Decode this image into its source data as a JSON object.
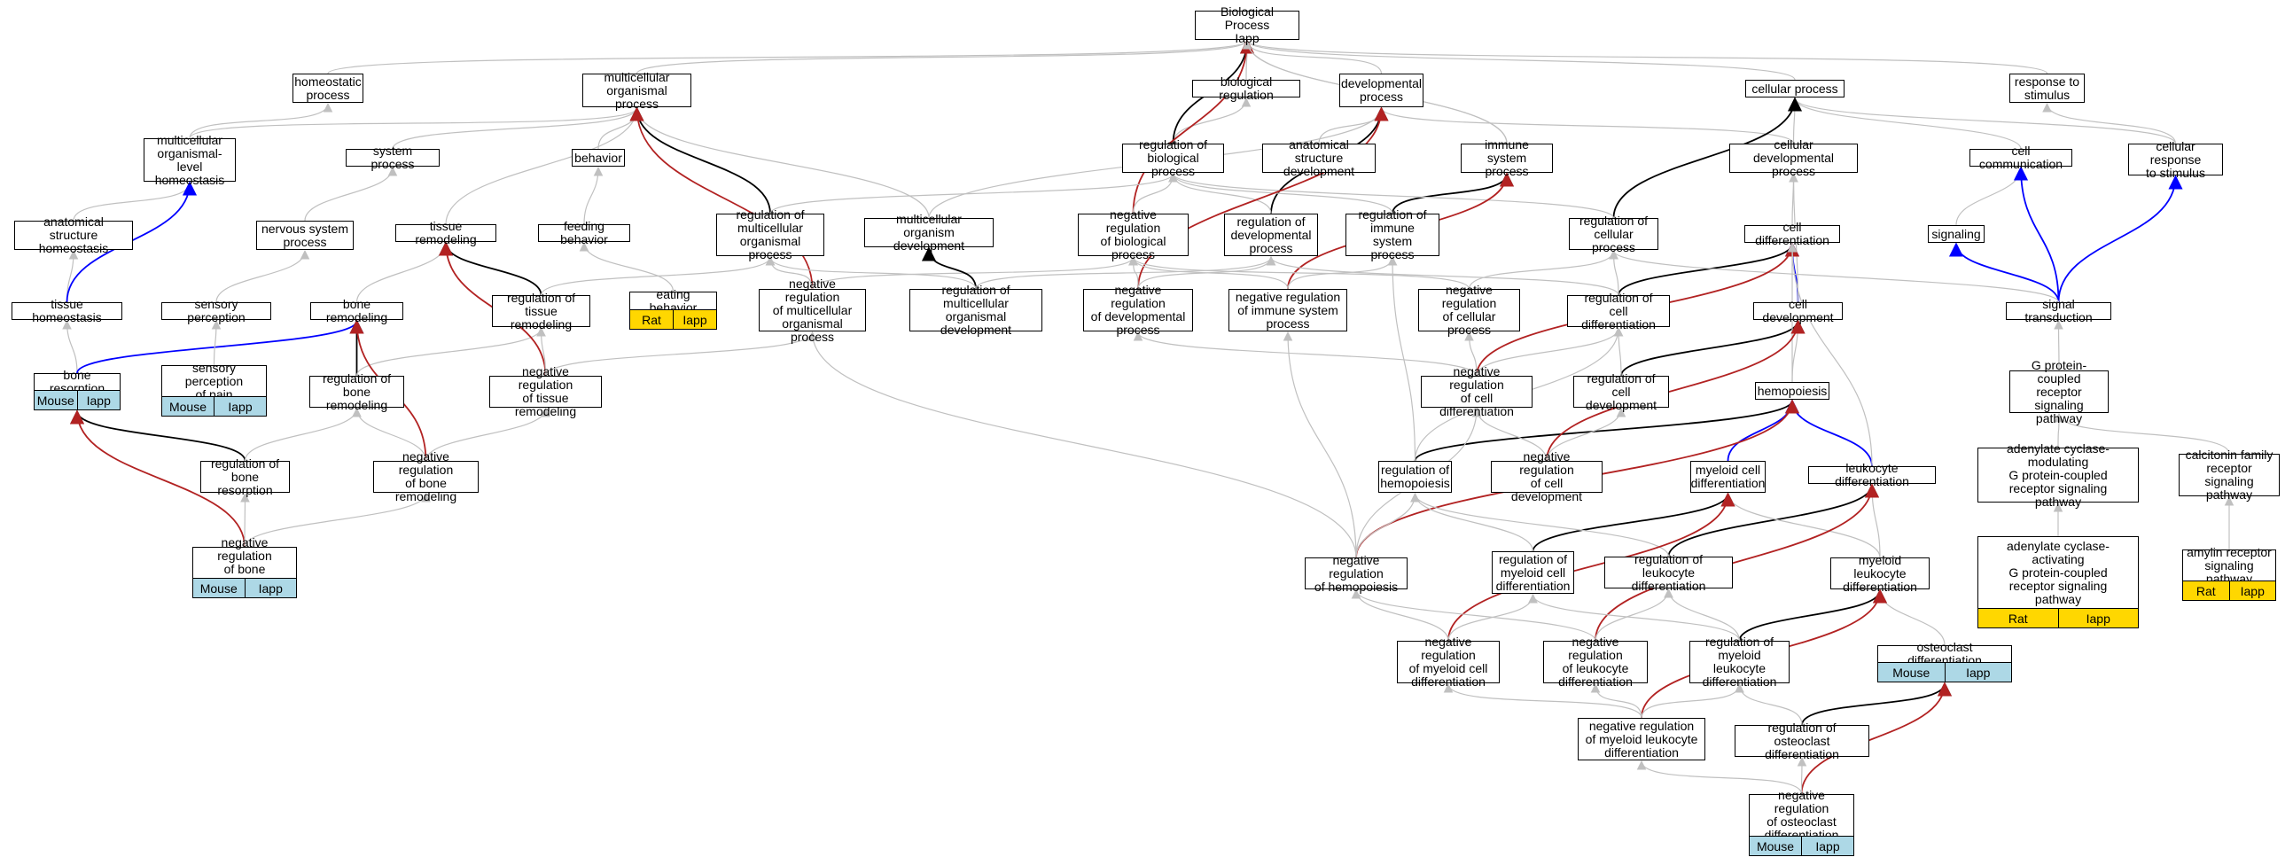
{
  "diagram": {
    "nodes": [
      {
        "id": "bp",
        "label": "Biological Process\nIapp"
      },
      {
        "id": "homeo",
        "label": "homeostatic\nprocess"
      },
      {
        "id": "multi",
        "label": "multicellular\norganismal process"
      },
      {
        "id": "biolreg",
        "label": "biological regulation"
      },
      {
        "id": "devproc",
        "label": "developmental\nprocess"
      },
      {
        "id": "cellproc",
        "label": "cellular process"
      },
      {
        "id": "resp",
        "label": "response to\nstimulus"
      },
      {
        "id": "mlhomeo",
        "label": "multicellular\norganismal-level\nhomeostasis"
      },
      {
        "id": "sysproc",
        "label": "system process"
      },
      {
        "id": "behavior",
        "label": "behavior"
      },
      {
        "id": "regbio",
        "label": "regulation of\nbiological process"
      },
      {
        "id": "anatdev",
        "label": "anatomical structure\ndevelopment"
      },
      {
        "id": "immsys",
        "label": "immune system\nprocess"
      },
      {
        "id": "celldevproc",
        "label": "cellular developmental\nprocess"
      },
      {
        "id": "cellcomm",
        "label": "cell communication"
      },
      {
        "id": "cellresp",
        "label": "cellular response\nto stimulus"
      },
      {
        "id": "anathomeo",
        "label": "anatomical structure\nhomeostasis"
      },
      {
        "id": "nervsys",
        "label": "nervous system\nprocess"
      },
      {
        "id": "tissremod",
        "label": "tissue remodeling"
      },
      {
        "id": "feedbeh",
        "label": "feeding behavior"
      },
      {
        "id": "regmulti",
        "label": "regulation of\nmulticellular\norganismal process"
      },
      {
        "id": "multidev",
        "label": "multicellular\norganism development"
      },
      {
        "id": "negregbio",
        "label": "negative regulation\nof biological\nprocess"
      },
      {
        "id": "regdev",
        "label": "regulation of\ndevelopmental\nprocess"
      },
      {
        "id": "regimm",
        "label": "regulation of\nimmune system\nprocess"
      },
      {
        "id": "regcell",
        "label": "regulation of\ncellular process"
      },
      {
        "id": "celldiff",
        "label": "cell differentiation"
      },
      {
        "id": "signaling",
        "label": "signaling"
      },
      {
        "id": "tisshomeo",
        "label": "tissue homeostasis"
      },
      {
        "id": "sensperc",
        "label": "sensory perception"
      },
      {
        "id": "boneremod",
        "label": "bone remodeling"
      },
      {
        "id": "regtiss",
        "label": "regulation of\ntissue remodeling"
      },
      {
        "id": "eatbeh",
        "label": "eating behavior",
        "ann": [
          "Rat",
          "Iapp"
        ],
        "annClass": "rat"
      },
      {
        "id": "negregmulti",
        "label": "negative regulation\nof multicellular\norganismal process"
      },
      {
        "id": "regmultidev",
        "label": "regulation of\nmulticellular\norganismal development"
      },
      {
        "id": "negregdev",
        "label": "negative regulation\nof developmental\nprocess"
      },
      {
        "id": "negregimm",
        "label": "negative regulation\nof immune system\nprocess"
      },
      {
        "id": "negregcell",
        "label": "negative regulation\nof cellular\nprocess"
      },
      {
        "id": "regcelldiff",
        "label": "regulation of\ncell differentiation"
      },
      {
        "id": "celldev",
        "label": "cell development"
      },
      {
        "id": "sigtrans",
        "label": "signal transduction"
      },
      {
        "id": "boneres",
        "label": "bone resorption",
        "ann": [
          "Mouse",
          "Iapp"
        ],
        "annClass": "mouse"
      },
      {
        "id": "sensperpain",
        "label": "sensory perception\nof pain",
        "ann": [
          "Mouse",
          "Iapp"
        ],
        "annClass": "mouse"
      },
      {
        "id": "regboneremod",
        "label": "regulation of\nbone remodeling"
      },
      {
        "id": "negregtiss",
        "label": "negative regulation\nof tissue remodeling"
      },
      {
        "id": "negregcelldiff",
        "label": "negative regulation\nof cell differentiation"
      },
      {
        "id": "regcelldev",
        "label": "regulation of\ncell development"
      },
      {
        "id": "hemopoiesis",
        "label": "hemopoiesis"
      },
      {
        "id": "gpcr",
        "label": "G protein-coupled\nreceptor signaling\npathway"
      },
      {
        "id": "regboneres",
        "label": "regulation of\nbone resorption"
      },
      {
        "id": "negregboneremod",
        "label": "negative regulation\nof bone remodeling"
      },
      {
        "id": "reghemo",
        "label": "regulation of\nhemopoiesis"
      },
      {
        "id": "negregcelldev",
        "label": "negative regulation\nof cell development"
      },
      {
        "id": "myeloiddiff",
        "label": "myeloid cell\ndifferentiation"
      },
      {
        "id": "leukdiff",
        "label": "leukocyte differentiation"
      },
      {
        "id": "adenmod",
        "label": "adenylate cyclase-modulating\nG protein-coupled\nreceptor signaling\npathway"
      },
      {
        "id": "calcitonin",
        "label": "calcitonin family\nreceptor signaling\npathway"
      },
      {
        "id": "negregboneres",
        "label": "negative regulation\nof bone resorption",
        "ann": [
          "Mouse",
          "Iapp"
        ],
        "annClass": "mouse"
      },
      {
        "id": "negreghemo",
        "label": "negative regulation\nof hemopoiesis"
      },
      {
        "id": "regmyeloid",
        "label": "regulation of\nmyeloid cell\ndifferentiation"
      },
      {
        "id": "regleuk",
        "label": "regulation of\nleukocyte differentiation"
      },
      {
        "id": "myeloidleuk",
        "label": "myeloid leukocyte\ndifferentiation"
      },
      {
        "id": "adenact",
        "label": "adenylate cyclase-activating\nG protein-coupled\nreceptor signaling\npathway",
        "ann": [
          "Rat",
          "Iapp"
        ],
        "annClass": "rat"
      },
      {
        "id": "amylin",
        "label": "amylin receptor\nsignaling pathway",
        "ann": [
          "Rat",
          "Iapp"
        ],
        "annClass": "rat"
      },
      {
        "id": "negregmyeloid",
        "label": "negative regulation\nof myeloid cell\ndifferentiation"
      },
      {
        "id": "negregleuk",
        "label": "negative regulation\nof leukocyte\ndifferentiation"
      },
      {
        "id": "regmyeloidleuk",
        "label": "regulation of\nmyeloid leukocyte\ndifferentiation"
      },
      {
        "id": "osteodiff",
        "label": "osteoclast differentiation",
        "ann": [
          "Mouse",
          "Iapp"
        ],
        "annClass": "mouse"
      },
      {
        "id": "negregmyeloidleuk",
        "label": "negative regulation\nof myeloid leukocyte\ndifferentiation"
      },
      {
        "id": "regosteo",
        "label": "regulation of\nosteoclast differentiation"
      },
      {
        "id": "negregosteo",
        "label": "negative regulation\nof osteoclast\ndifferentiation",
        "ann": [
          "Mouse",
          "Iapp"
        ],
        "annClass": "mouse"
      }
    ],
    "edges": [
      [
        "homeo",
        "bp",
        "gray"
      ],
      [
        "multi",
        "bp",
        "gray"
      ],
      [
        "biolreg",
        "bp",
        "gray"
      ],
      [
        "devproc",
        "bp",
        "gray"
      ],
      [
        "cellproc",
        "bp",
        "gray"
      ],
      [
        "resp",
        "bp",
        "gray"
      ],
      [
        "immsys",
        "bp",
        "gray"
      ],
      [
        "mlhomeo",
        "homeo",
        "gray"
      ],
      [
        "mlhomeo",
        "multi",
        "gray"
      ],
      [
        "sysproc",
        "multi",
        "gray"
      ],
      [
        "behavior",
        "multi",
        "gray"
      ],
      [
        "regbio",
        "biolreg",
        "gray"
      ],
      [
        "regbio",
        "bp",
        "black"
      ],
      [
        "negregbio",
        "bp",
        "red"
      ],
      [
        "negregbio",
        "regbio",
        "gray"
      ],
      [
        "anatdev",
        "devproc",
        "gray"
      ],
      [
        "immsys",
        "bp",
        "gray"
      ],
      [
        "celldevproc",
        "devproc",
        "gray"
      ],
      [
        "celldevproc",
        "cellproc",
        "gray"
      ],
      [
        "cellcomm",
        "cellproc",
        "gray"
      ],
      [
        "cellresp",
        "cellproc",
        "gray"
      ],
      [
        "cellresp",
        "resp",
        "gray"
      ],
      [
        "anathomeo",
        "mlhomeo",
        "gray"
      ],
      [
        "nervsys",
        "sysproc",
        "gray"
      ],
      [
        "tissremod",
        "multi",
        "gray"
      ],
      [
        "feedbeh",
        "behavior",
        "gray"
      ],
      [
        "regmulti",
        "multi",
        "black"
      ],
      [
        "regmulti",
        "regbio",
        "gray"
      ],
      [
        "multidev",
        "multi",
        "gray"
      ],
      [
        "multidev",
        "devproc",
        "gray"
      ],
      [
        "regdev",
        "devproc",
        "black"
      ],
      [
        "regdev",
        "regbio",
        "gray"
      ],
      [
        "regimm",
        "immsys",
        "black"
      ],
      [
        "regimm",
        "regbio",
        "gray"
      ],
      [
        "regcell",
        "cellproc",
        "black"
      ],
      [
        "regcell",
        "regbio",
        "gray"
      ],
      [
        "celldiff",
        "celldevproc",
        "gray"
      ],
      [
        "signaling",
        "cellcomm",
        "gray"
      ],
      [
        "tisshomeo",
        "anathomeo",
        "gray"
      ],
      [
        "tisshomeo",
        "mlhomeo",
        "blue"
      ],
      [
        "sensperc",
        "nervsys",
        "gray"
      ],
      [
        "boneremod",
        "tissremod",
        "gray"
      ],
      [
        "regtiss",
        "tissremod",
        "black"
      ],
      [
        "regtiss",
        "regmulti",
        "gray"
      ],
      [
        "eatbeh",
        "feedbeh",
        "gray"
      ],
      [
        "negregmulti",
        "multi",
        "red"
      ],
      [
        "negregmulti",
        "regmulti",
        "gray"
      ],
      [
        "negregmulti",
        "negregbio",
        "gray"
      ],
      [
        "regmultidev",
        "multidev",
        "black"
      ],
      [
        "regmultidev",
        "regmulti",
        "gray"
      ],
      [
        "regmultidev",
        "regdev",
        "gray"
      ],
      [
        "negregdev",
        "devproc",
        "red"
      ],
      [
        "negregdev",
        "regdev",
        "gray"
      ],
      [
        "negregdev",
        "negregbio",
        "gray"
      ],
      [
        "negregimm",
        "immsys",
        "red"
      ],
      [
        "negregimm",
        "regimm",
        "gray"
      ],
      [
        "negregimm",
        "negregbio",
        "gray"
      ],
      [
        "negregcell",
        "regcell",
        "gray"
      ],
      [
        "negregcell",
        "negregbio",
        "gray"
      ],
      [
        "regcelldiff",
        "celldiff",
        "black"
      ],
      [
        "regcelldiff",
        "regcell",
        "gray"
      ],
      [
        "regcelldiff",
        "regdev",
        "gray"
      ],
      [
        "celldev",
        "celldiff",
        "blue"
      ],
      [
        "celldev",
        "celldevproc",
        "gray"
      ],
      [
        "sigtrans",
        "signaling",
        "blue"
      ],
      [
        "sigtrans",
        "cellcomm",
        "blue"
      ],
      [
        "sigtrans",
        "cellresp",
        "blue"
      ],
      [
        "sigtrans",
        "regcell",
        "gray"
      ],
      [
        "boneres",
        "tisshomeo",
        "gray"
      ],
      [
        "boneres",
        "boneremod",
        "blue"
      ],
      [
        "sensperpain",
        "sensperc",
        "gray"
      ],
      [
        "regboneremod",
        "boneremod",
        "black"
      ],
      [
        "regboneremod",
        "regtiss",
        "gray"
      ],
      [
        "negregtiss",
        "tissremod",
        "red"
      ],
      [
        "negregtiss",
        "regtiss",
        "gray"
      ],
      [
        "negregtiss",
        "negregmulti",
        "gray"
      ],
      [
        "negregcelldiff",
        "celldiff",
        "red"
      ],
      [
        "negregcelldiff",
        "regcelldiff",
        "gray"
      ],
      [
        "negregcelldiff",
        "negregcell",
        "gray"
      ],
      [
        "negregcelldiff",
        "negregdev",
        "gray"
      ],
      [
        "regcelldev",
        "celldev",
        "black"
      ],
      [
        "regcelldev",
        "regcelldiff",
        "gray"
      ],
      [
        "hemopoiesis",
        "celldev",
        "gray"
      ],
      [
        "hemopoiesis",
        "celldiff",
        "gray"
      ],
      [
        "gpcr",
        "sigtrans",
        "gray"
      ],
      [
        "regboneres",
        "boneres",
        "black"
      ],
      [
        "regboneres",
        "regboneremod",
        "gray"
      ],
      [
        "negregboneremod",
        "boneremod",
        "red"
      ],
      [
        "negregboneremod",
        "regboneremod",
        "gray"
      ],
      [
        "negregboneremod",
        "negregtiss",
        "gray"
      ],
      [
        "reghemo",
        "hemopoiesis",
        "black"
      ],
      [
        "reghemo",
        "regcelldiff",
        "gray"
      ],
      [
        "reghemo",
        "regimm",
        "gray"
      ],
      [
        "negregcelldev",
        "celldev",
        "red"
      ],
      [
        "negregcelldev",
        "regcelldev",
        "gray"
      ],
      [
        "negregcelldev",
        "negregcelldiff",
        "gray"
      ],
      [
        "myeloiddiff",
        "hemopoiesis",
        "blue"
      ],
      [
        "leukdiff",
        "hemopoiesis",
        "blue"
      ],
      [
        "leukdiff",
        "celldiff",
        "gray"
      ],
      [
        "adenmod",
        "gpcr",
        "gray"
      ],
      [
        "calcitonin",
        "gpcr",
        "gray"
      ],
      [
        "negregboneres",
        "boneres",
        "red"
      ],
      [
        "negregboneres",
        "regboneres",
        "gray"
      ],
      [
        "negregboneres",
        "negregboneremod",
        "gray"
      ],
      [
        "negreghemo",
        "hemopoiesis",
        "red"
      ],
      [
        "negreghemo",
        "reghemo",
        "gray"
      ],
      [
        "negreghemo",
        "negregimm",
        "gray"
      ],
      [
        "negreghemo",
        "negregcelldiff",
        "gray"
      ],
      [
        "negreghemo",
        "negregmulti",
        "gray"
      ],
      [
        "regmyeloid",
        "myeloiddiff",
        "black"
      ],
      [
        "regmyeloid",
        "reghemo",
        "gray"
      ],
      [
        "regleuk",
        "leukdiff",
        "black"
      ],
      [
        "regleuk",
        "reghemo",
        "gray"
      ],
      [
        "myeloidleuk",
        "myeloiddiff",
        "gray"
      ],
      [
        "myeloidleuk",
        "leukdiff",
        "gray"
      ],
      [
        "adenact",
        "adenmod",
        "gray"
      ],
      [
        "amylin",
        "calcitonin",
        "gray"
      ],
      [
        "negregmyeloid",
        "myeloiddiff",
        "red"
      ],
      [
        "negregmyeloid",
        "regmyeloid",
        "gray"
      ],
      [
        "negregmyeloid",
        "negreghemo",
        "gray"
      ],
      [
        "negregleuk",
        "leukdiff",
        "red"
      ],
      [
        "negregleuk",
        "regleuk",
        "gray"
      ],
      [
        "negregleuk",
        "negreghemo",
        "gray"
      ],
      [
        "regmyeloidleuk",
        "myeloidleuk",
        "black"
      ],
      [
        "regmyeloidleuk",
        "regmyeloid",
        "gray"
      ],
      [
        "regmyeloidleuk",
        "regleuk",
        "gray"
      ],
      [
        "osteodiff",
        "myeloidleuk",
        "gray"
      ],
      [
        "negregmyeloidleuk",
        "myeloidleuk",
        "red"
      ],
      [
        "negregmyeloidleuk",
        "regmyeloidleuk",
        "gray"
      ],
      [
        "negregmyeloidleuk",
        "negregmyeloid",
        "gray"
      ],
      [
        "negregmyeloidleuk",
        "negregleuk",
        "gray"
      ],
      [
        "regosteo",
        "osteodiff",
        "black"
      ],
      [
        "regosteo",
        "regmyeloidleuk",
        "gray"
      ],
      [
        "negregosteo",
        "osteodiff",
        "red"
      ],
      [
        "negregosteo",
        "regosteo",
        "gray"
      ],
      [
        "negregosteo",
        "negregmyeloidleuk",
        "gray"
      ]
    ],
    "colors": {
      "gray": "#c0c0c0",
      "black": "#000000",
      "red": "#b22222",
      "blue": "#0000ff",
      "mouse": "#add8e6",
      "rat": "#ffd700"
    }
  }
}
